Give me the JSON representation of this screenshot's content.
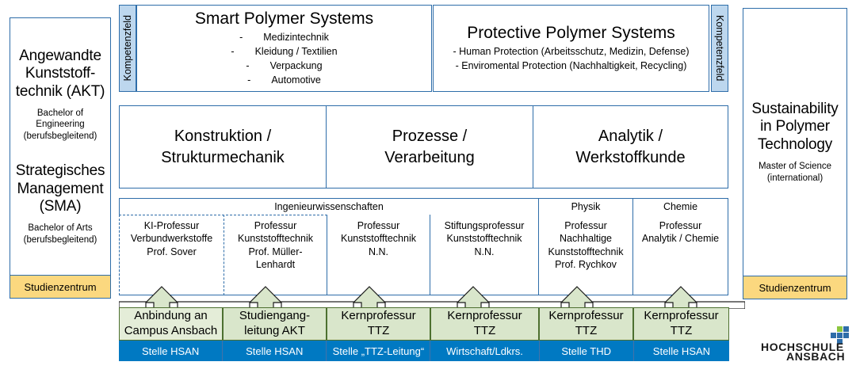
{
  "left_program": {
    "title_lines": [
      "Angewandte",
      "Kunststoff-",
      "technik (AKT)"
    ],
    "title": "Angewandte Kunststofftechnik (AKT)",
    "subtitle_lines": [
      "Bachelor of",
      "Engineering",
      "(berufsbegleitend)"
    ],
    "subtitle": "Bachelor of Engineering (berufsbegleitend)",
    "title2_lines": [
      "Strategisches",
      "Management",
      "(SMA)"
    ],
    "title2": "Strategisches Management (SMA)",
    "subtitle2_lines": [
      "Bachelor of Arts",
      "(berufsbegleitend)"
    ],
    "subtitle2": "Bachelor of Arts (berufsbegleitend)",
    "footer_label": "Studienzentrum"
  },
  "right_program": {
    "title_lines": [
      "Sustainability",
      "in Polymer",
      "Technology"
    ],
    "title": "Sustainability in Polymer Technology",
    "subtitle_lines": [
      "Master of Science",
      "(international)"
    ],
    "subtitle": "Master of Science (international)",
    "footer_label": "Studienzentrum"
  },
  "kompetenzfeld": {
    "left_label": "Kompetenzfeld",
    "right_label": "Kompetenzfeld"
  },
  "polymer_systems": [
    {
      "title": "Smart Polymer Systems",
      "items": [
        "Medizintechnik",
        "Kleidung / Textilien",
        "Verpackung",
        "Automotive"
      ],
      "bullet": "-",
      "style": "dashed-indent"
    },
    {
      "title": "Protective Polymer Systems",
      "items": [
        "- Human Protection (Arbeitsschutz, Medizin, Defense)",
        "- Enviromental Protection (Nachhaltigkeit, Recycling)"
      ],
      "style": "inline-dash"
    }
  ],
  "categories": [
    {
      "line1": "Konstruktion /",
      "line2": "Strukturmechanik"
    },
    {
      "line1": "Prozesse /",
      "line2": "Verarbeitung"
    },
    {
      "line1": "Analytik /",
      "line2": "Werkstoffkunde"
    }
  ],
  "faculty_headers": [
    {
      "label": "Ingenieurwissenschaften",
      "span": 4
    },
    {
      "label": "Physik",
      "span": 1
    },
    {
      "label": "Chemie",
      "span": 1
    }
  ],
  "professors": [
    {
      "lines": [
        "KI-Professur",
        "Verbundwerkstoffe",
        "Prof. Sover"
      ]
    },
    {
      "lines": [
        "Professur",
        "Kunststofftechnik",
        "Prof. Müller-",
        "Lenhardt"
      ]
    },
    {
      "lines": [
        "Professur",
        "Kunststofftechnik",
        "N.N."
      ]
    },
    {
      "lines": [
        "Stiftungsprofessur",
        "Kunststofftechnik",
        "N.N."
      ]
    },
    {
      "lines": [
        "Professur",
        "Nachhaltige",
        "Kunststofftechnik",
        "Prof. Rychkov"
      ]
    },
    {
      "lines": [
        "Professur",
        "Analytik / Chemie"
      ]
    }
  ],
  "green_boxes": [
    {
      "line1": "Anbindung an",
      "line2": "Campus Ansbach",
      "shade": "light"
    },
    {
      "line1": "Studiengang-",
      "line2": "leitung AKT",
      "shade": "normal"
    },
    {
      "line1": "Kernprofessur",
      "line2": "TTZ",
      "shade": "normal"
    },
    {
      "line1": "Kernprofessur",
      "line2": "TTZ",
      "shade": "normal"
    },
    {
      "line1": "Kernprofessur",
      "line2": "TTZ",
      "shade": "normal"
    },
    {
      "line1": "Kernprofessur",
      "line2": "TTZ",
      "shade": "normal"
    }
  ],
  "blue_footer": [
    "Stelle HSAN",
    "Stelle HSAN",
    "Stelle „TTZ-Leitung“",
    "Wirtschaft/Ldkrs.",
    "Stelle THD",
    "Stelle HSAN"
  ],
  "logo": {
    "line1": "HOCHSCHULE",
    "line2": "ANSBACH",
    "mark": "hochschule-ansbach-cross-mark"
  },
  "colors": {
    "border_blue": "#2E6DA9",
    "kompetenz_fill": "#BDD7EE",
    "studienzentrum_fill": "#FBD87F",
    "green_fill": "#D9E6CB",
    "green_fill_light": "#E4EDD8",
    "green_border": "#4D7030",
    "footer_blue": "#0079C2",
    "logo_blue": "#2E6DA9",
    "logo_green": "#8CC63E"
  }
}
